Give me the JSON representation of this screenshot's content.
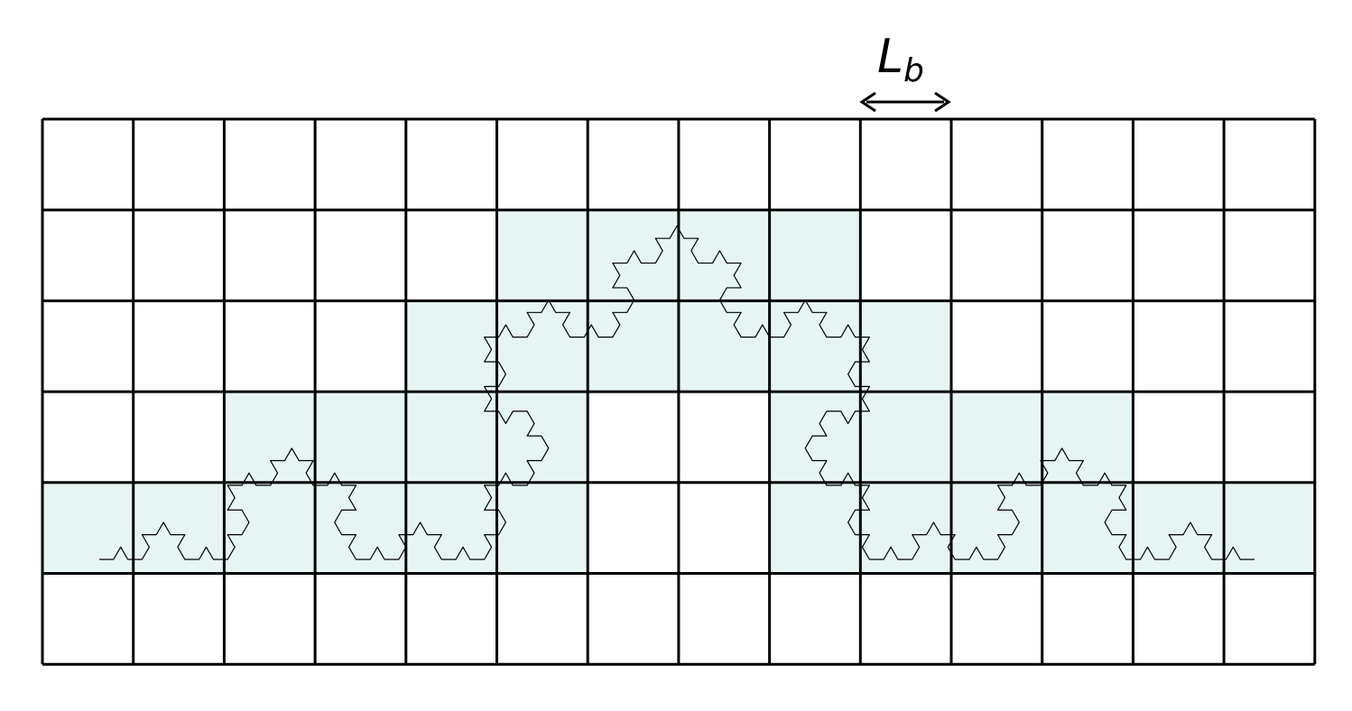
{
  "diagram": {
    "scale_label": {
      "main": "L",
      "sub": "b"
    },
    "grid": {
      "columns": 14,
      "rows": 6
    },
    "occupied_cells": [
      [
        1,
        5
      ],
      [
        1,
        6
      ],
      [
        1,
        7
      ],
      [
        1,
        8
      ],
      [
        2,
        4
      ],
      [
        2,
        5
      ],
      [
        2,
        6
      ],
      [
        2,
        7
      ],
      [
        2,
        8
      ],
      [
        2,
        9
      ],
      [
        3,
        2
      ],
      [
        3,
        3
      ],
      [
        3,
        4
      ],
      [
        3,
        5
      ],
      [
        3,
        8
      ],
      [
        3,
        9
      ],
      [
        3,
        10
      ],
      [
        3,
        11
      ],
      [
        4,
        0
      ],
      [
        4,
        1
      ],
      [
        4,
        2
      ],
      [
        4,
        3
      ],
      [
        4,
        4
      ],
      [
        4,
        5
      ],
      [
        4,
        8
      ],
      [
        4,
        9
      ],
      [
        4,
        10
      ],
      [
        4,
        11
      ],
      [
        4,
        12
      ],
      [
        4,
        13
      ]
    ],
    "colors": {
      "occupied_fill": "#e6f5f3",
      "grid_line": "#000000",
      "curve": "#000000",
      "arrow": "#000000",
      "background": "#ffffff"
    },
    "fractal": {
      "type": "koch-curve",
      "iterations": 4
    }
  }
}
